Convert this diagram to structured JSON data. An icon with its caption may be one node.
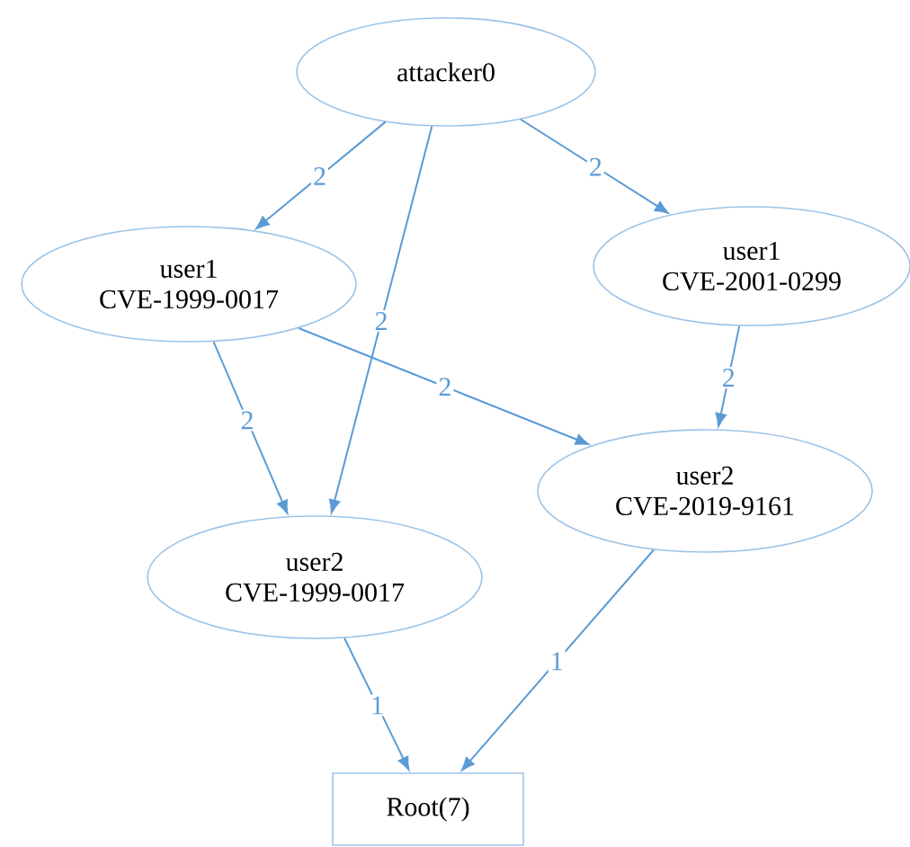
{
  "diagram": {
    "nodes": [
      {
        "text": [
          "attacker0"
        ]
      },
      {
        "text": [
          "user1",
          "CVE-1999-0017"
        ]
      },
      {
        "text": [
          "user1",
          "CVE-2001-0299"
        ]
      },
      {
        "text": [
          "user2",
          "CVE-2019-9161"
        ]
      },
      {
        "text": [
          "user2",
          "CVE-1999-0017"
        ]
      },
      {
        "text": [
          "Root(7)"
        ]
      }
    ],
    "edges": [
      {
        "from": 0,
        "to": 1,
        "arrow": "to",
        "label": "2"
      },
      {
        "from": 0,
        "to": 2,
        "arrow": "to",
        "label": "2"
      },
      {
        "from": 0,
        "to": 4,
        "arrow": "to",
        "label": "2"
      },
      {
        "from": 1,
        "to": 4,
        "arrow": "to",
        "label": "2"
      },
      {
        "from": 1,
        "to": 3,
        "arrow": "to",
        "label": "2"
      },
      {
        "from": 2,
        "to": 3,
        "arrow": "to",
        "label": "2"
      },
      {
        "from": 4,
        "to": 5,
        "arrow": "to",
        "label": "1"
      },
      {
        "from": 3,
        "to": 5,
        "arrow": "to",
        "label": "1"
      }
    ]
  }
}
